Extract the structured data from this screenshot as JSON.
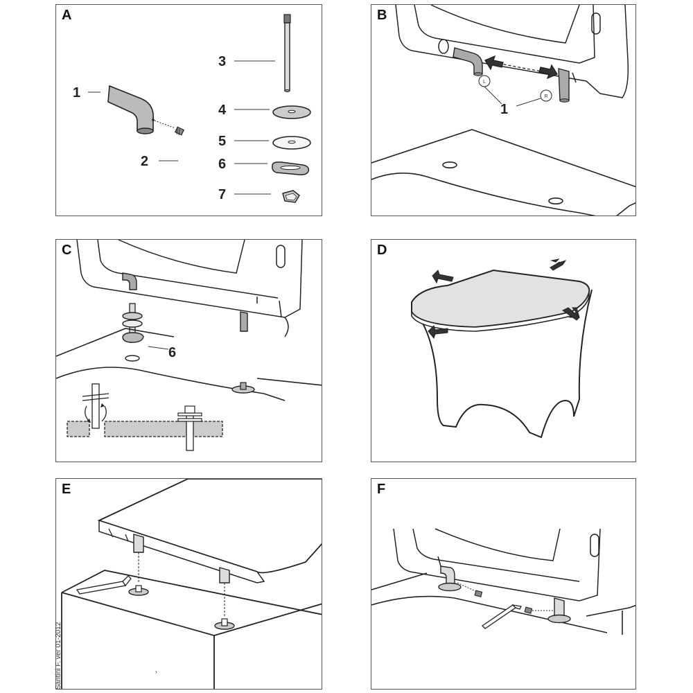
{
  "panels": {
    "a": {
      "letter": "A",
      "parts": [
        {
          "number": "1",
          "name": "hinge-bolt-icon"
        },
        {
          "number": "2",
          "name": "set-screw-icon"
        },
        {
          "number": "3",
          "name": "threaded-rod-icon"
        },
        {
          "number": "4",
          "name": "washer-icon"
        },
        {
          "number": "5",
          "name": "washer-icon"
        },
        {
          "number": "6",
          "name": "slotted-gasket-icon"
        },
        {
          "number": "7",
          "name": "square-nut-icon"
        }
      ]
    },
    "b": {
      "letter": "B",
      "callout": "1",
      "left_tag": "L",
      "right_tag": "R"
    },
    "c": {
      "letter": "C",
      "callout": "6"
    },
    "d": {
      "letter": "D"
    },
    "e": {
      "letter": "E"
    },
    "f": {
      "letter": "F"
    }
  },
  "credit": "Santini F. ver 01-2012",
  "colors": {
    "line": "#222222",
    "part_fill": "#aaaaaa",
    "light_fill": "#d9d9d9",
    "seat_fill": "#e2e2e2"
  }
}
